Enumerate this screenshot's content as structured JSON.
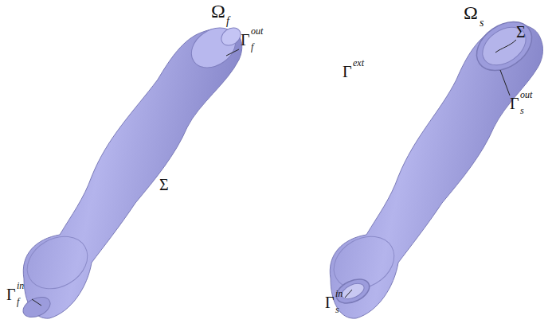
{
  "diagram": {
    "labels": [
      "Ω",
      "f",
      "Γ",
      "out",
      "f",
      "Σ",
      "Γ",
      "in",
      "f",
      "Ω",
      "s",
      "Σ",
      "Γ",
      "ext",
      "Γ",
      "out",
      "s",
      "Γ",
      "in",
      "s"
    ]
  }
}
